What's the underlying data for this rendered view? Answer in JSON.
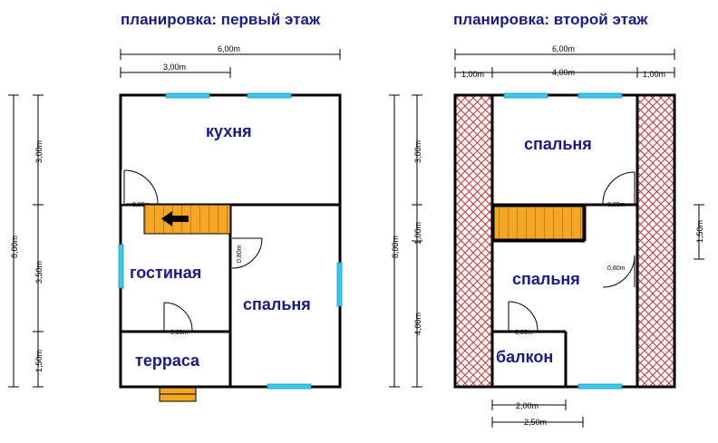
{
  "plan1": {
    "title": "планировка: первый этаж",
    "rooms": {
      "kitchen": "кухня",
      "living": "гостиная",
      "bedroom": "спальня",
      "terrace": "терраса"
    },
    "dims": {
      "width_total": "6,00m",
      "width_half": "3,00m",
      "height_total": "8,00m",
      "seg_top": "3,00m",
      "seg_mid": "3,50m",
      "seg_bottom": "1,50m"
    },
    "doors": [
      "0,80m",
      "0,80m",
      "0,80m"
    ]
  },
  "plan2": {
    "title": "планировка: второй этаж",
    "rooms": {
      "bedroom_top": "спальня",
      "bedroom_bottom": "спальня",
      "balcony": "балкон"
    },
    "dims": {
      "width_total": "6,00m",
      "left": "1,00m",
      "middle": "4,00m",
      "right": "1,00m",
      "height_total": "8,00m",
      "seg_top": "3,00m",
      "seg_mid": "1,00m",
      "seg_bottom": "4,00m",
      "right_side": "1,50m",
      "bottom_a": "2,00m",
      "bottom_b": "2,50m"
    },
    "doors": [
      "0,80m",
      "0,80m",
      "0,80m"
    ]
  },
  "colors": {
    "title_blue": "#1a1a8c",
    "window": "#33ccee",
    "stairs": "#f5a623",
    "hatch": "#cc3333"
  }
}
